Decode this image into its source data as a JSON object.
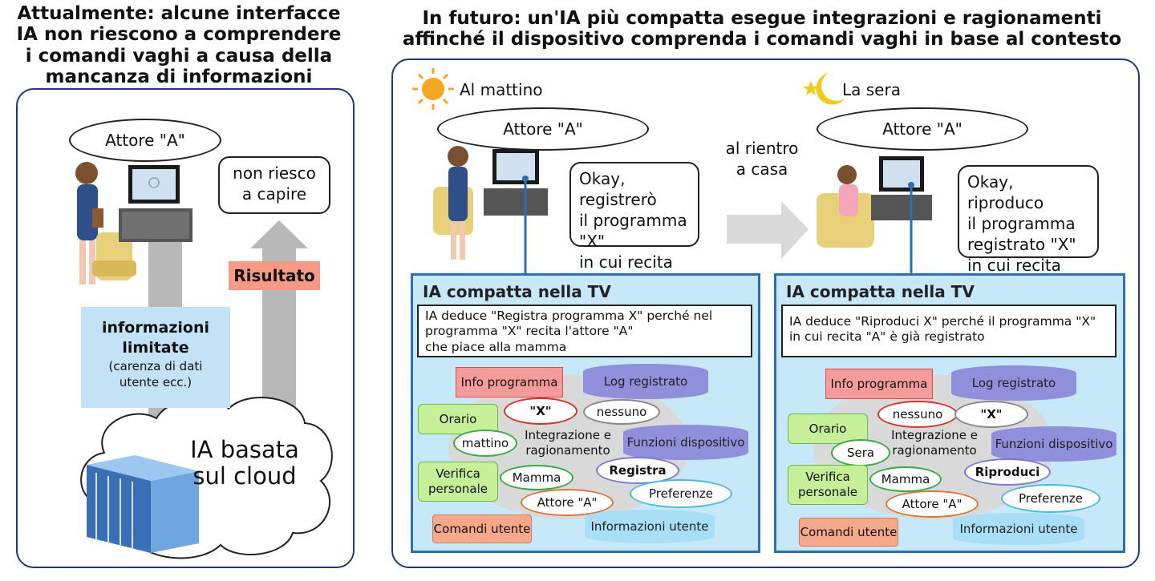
{
  "left": {
    "title_lines": [
      "Attualmente: alcune interfacce",
      "IA non riescono a comprendere",
      "i comandi vaghi a causa della",
      "mancanza di informazioni"
    ],
    "speech_actor": "Attore \"A\"",
    "reply_lines": [
      "non riesco",
      "a capire"
    ],
    "result_label": "Risultato",
    "info_title_lines": [
      "informazioni",
      "limitate"
    ],
    "info_sub_lines": [
      "(carenza di dati",
      "utente ecc.)"
    ],
    "cloud_lines": [
      "IA basata",
      "sul cloud"
    ]
  },
  "right": {
    "title_lines": [
      "In futuro: un'IA più compatta esegue integrazioni e ragionamenti",
      "affinché il dispositivo comprenda i comandi vaghi in base al contesto"
    ],
    "morning_label": "Al mattino",
    "evening_label": "La sera",
    "transition_lines": [
      "al rientro",
      "a casa"
    ],
    "morning": {
      "speech": "Attore \"A\"",
      "reply_lines": [
        "Okay, registrerò",
        "il programma \"X\"",
        "in cui recita \"A\""
      ],
      "box_title": "IA compatta nella TV",
      "inference_lines": [
        "IA deduce \"Registra programma X\" perché nel",
        "programma \"X\" recita l'attore \"A\"",
        "che piace alla mamma"
      ],
      "diagram": {
        "info_programma": "Info programma",
        "log_registrato": "Log registrato",
        "x_value": "\"X\"",
        "log_value": "nessuno",
        "orario": "Orario",
        "orario_value": "mattino",
        "center_lines": [
          "Integrazione e",
          "ragionamento"
        ],
        "funzioni": "Funzioni dispositivo",
        "action": "Registra",
        "verifica_lines": [
          "Verifica",
          "personale"
        ],
        "verifica_value": "Mamma",
        "comandi_value": "Attore \"A\"",
        "preferenze": "Preferenze",
        "comandi": "Comandi utente",
        "informazioni": "Informazioni utente"
      }
    },
    "evening": {
      "speech": "Attore \"A\"",
      "reply_lines": [
        "Okay, riproduco",
        "il programma",
        "registrato \"X\"",
        "in cui recita \"A\""
      ],
      "box_title": "IA compatta nella TV",
      "inference_lines": [
        "IA deduce \"Riproduci X\" perché il programma \"X\"",
        "in cui recita \"A\" è già registrato"
      ],
      "diagram": {
        "info_programma": "Info programma",
        "log_registrato": "Log registrato",
        "info_value": "nessuno",
        "log_value": "\"X\"",
        "orario": "Orario",
        "orario_value": "Sera",
        "center_lines": [
          "Integrazione e",
          "ragionamento"
        ],
        "funzioni": "Funzioni dispositivo",
        "action": "Riproduci",
        "verifica_lines": [
          "Verifica",
          "personale"
        ],
        "verifica_value": "Mamma",
        "comandi_value": "Attore \"A\"",
        "preferenze": "Preferenze",
        "comandi": "Comandi utente",
        "informazioni": "Informazioni utente"
      }
    }
  },
  "colors": {
    "panel_border": "#1f3a7a",
    "box_fill": "#c7e8f8",
    "box_border": "#2d6db3",
    "result_fill": "#f59b85",
    "info_fill": "#c4e2f6",
    "arrow_gray": "#b8b8b8"
  }
}
